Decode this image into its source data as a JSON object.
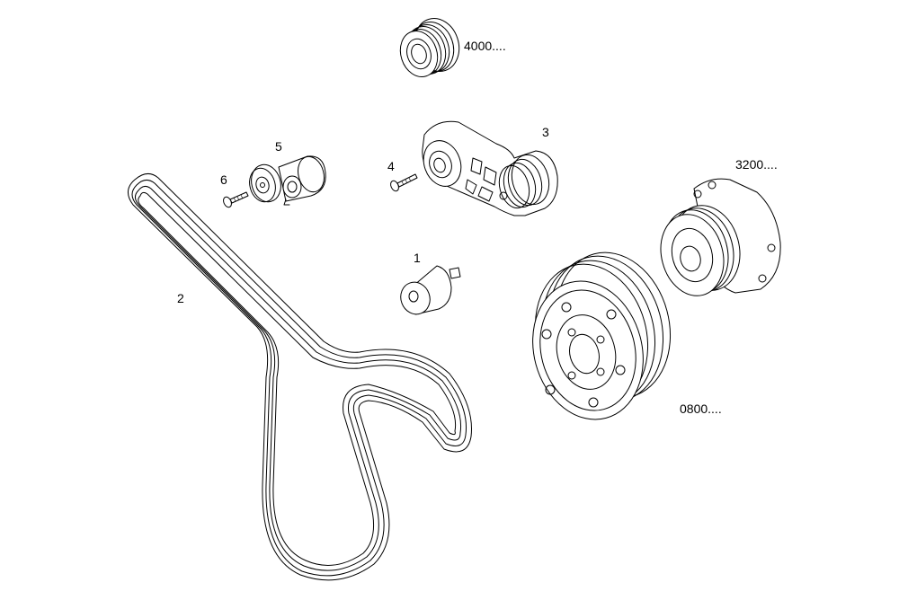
{
  "labels": {
    "part_1": "1",
    "part_2": "2",
    "part_3": "3",
    "part_4": "4",
    "part_5": "5",
    "part_6": "6",
    "part_4000": "4000....",
    "part_3200": "3200....",
    "part_0800": "0800...."
  },
  "colors": {
    "line": "#000000",
    "background": "#ffffff"
  }
}
